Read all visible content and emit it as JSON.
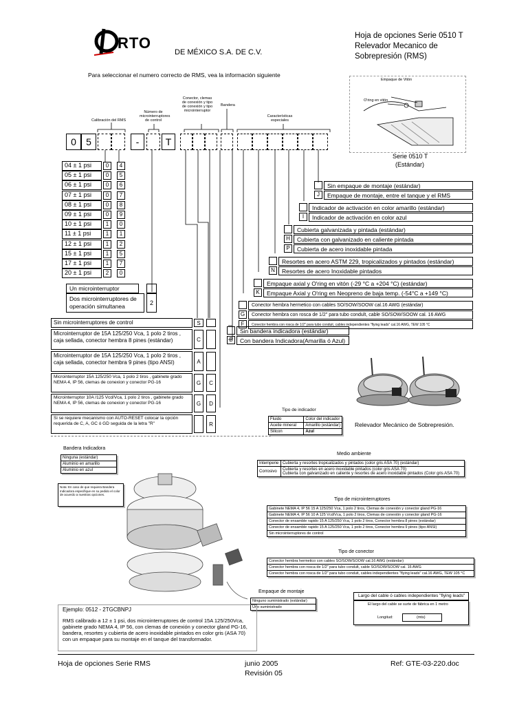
{
  "header": {
    "logo_text": "RTO",
    "company": "DE MÉXICO S.A. DE C.V.",
    "title_line1": "Hoja de opciones Serie 0510 T",
    "title_line2": "Relevador Mecanico de",
    "title_line3": "Sobrepresión (RMS)"
  },
  "intro": "Para seleccionar el numero correcto de RMS, vea la información siguiente",
  "code_labels": {
    "calibracion": "Calibración del RMS",
    "num_micro": "Número de microinterruptores de control",
    "conector": "Conector, clemas de conexión y tipo de conexión y tipo microinterruptor",
    "bandera": "Bandera",
    "caracteristicas": "Características especiales"
  },
  "code_boxes": [
    "0",
    "5",
    "",
    "",
    "-",
    "T",
    "",
    "",
    "",
    "",
    "",
    "",
    "",
    ""
  ],
  "calibration_rows": [
    {
      "label": "04  ± 1 psi",
      "d1": "0",
      "d2": "4"
    },
    {
      "label": "05  ± 1 psi",
      "d1": "0",
      "d2": "5"
    },
    {
      "label": "06  ± 1 psi",
      "d1": "0",
      "d2": "6"
    },
    {
      "label": "07  ± 1 psi",
      "d1": "0",
      "d2": "7"
    },
    {
      "label": "08  ± 1 psi",
      "d1": "0",
      "d2": "8"
    },
    {
      "label": "09  ± 1 psi",
      "d1": "0",
      "d2": "9"
    },
    {
      "label": "10  ± 1 psi",
      "d1": "1",
      "d2": "0"
    },
    {
      "label": "11  ± 1 psi",
      "d1": "1",
      "d2": "1"
    },
    {
      "label": "12  ± 1 psi",
      "d1": "1",
      "d2": "2"
    },
    {
      "label": "15  ± 1 psi",
      "d1": "1",
      "d2": "5"
    },
    {
      "label": "17  ± 1 psi",
      "d1": "1",
      "d2": "7"
    },
    {
      "label": "20  ± 1 psi",
      "d1": "2",
      "d2": "0"
    }
  ],
  "micro_count": {
    "one": "Un microinterruptor",
    "one_code": "",
    "two": "Dos microinterruptores de operación simultanea",
    "two_code": "2"
  },
  "connector_rows": [
    {
      "text": "Sin microinterruptores de control",
      "c1": "S",
      "c2": ""
    },
    {
      "text": "Microinterruptor  de  15A 125/250 Vca, 1 polo 2 tiros , caja sellada, conector hembra 8 pines (estándar)",
      "c1": "C",
      "c2": ""
    },
    {
      "text": "Microinterruptor  de  15A 125/250 Vca, 1 polo 2 tiros , caja sellada, conector hembra 9 pines (tipo ANSI)",
      "c1": "A",
      "c2": ""
    },
    {
      "text": "Microinterruptor 15A 125/250 Vca, 1 polo 2 tiros , gabinete grado NEMA 4, IP 56, clemas de conexion y conector PG-16",
      "c1": "G",
      "c2": "C"
    },
    {
      "text": "Microinterruptor 10A /125 Vcd/Vca, 1 polo 2 tiros , gabinete grado NEMA 4, IP 56, clemas de conexion y conector PG-16",
      "c1": "G",
      "c2": "D"
    },
    {
      "text": "Si se requiere mecanismo con AUTO-RESET  colocar la opción requerida de C, A, GC ó GD seguida de la letra \"R\"",
      "c1": "",
      "c2": "R"
    }
  ],
  "bandera_options": [
    {
      "code": "",
      "text": "Sin bandera indicadora  (estándar)"
    },
    {
      "code": "B",
      "text": "Con bandera Indicadora(Amarilla ó Azul)"
    }
  ],
  "special_options": [
    {
      "code": "",
      "text": "Sin empaque de montaje (estándar)"
    },
    {
      "code": "J",
      "text": "Empaque de montaje, entre el tanque y el RMS"
    },
    {
      "code": "",
      "text": "Indicador de activación en color amarillo (estándar)"
    },
    {
      "code": "I",
      "text": "Indicador de activación en color azul"
    },
    {
      "code": "",
      "text": "Cubierta galvanizada y pintada  (estándar)"
    },
    {
      "code": "H",
      "text": "Cubierta con galvanizado en caliente pintada"
    },
    {
      "code": "P",
      "text": "Cubierta de acero inoxidable pintada"
    },
    {
      "code": "",
      "text": "Resortes en acero ASTM 229, tropicalizados y pintados (estándar)"
    },
    {
      "code": "N",
      "text": "Resortes de acero Inoxidable pintados"
    },
    {
      "code": "",
      "text": "Empaque axial y O'ring en vitón (-29 °C a +204 °C)  (estándar)"
    },
    {
      "code": "K",
      "text": "Empaque Axial y O'ring en Neopreno de baja temp. (-54°C a +149 °C)"
    },
    {
      "code": "",
      "text": "Conector hembra hermetico con cables SO/SOW/SOOW cal.16 AWG  (estándar)"
    },
    {
      "code": "G",
      "text": "Conector hembra con rosca de 1/2\" para tubo condult,  cable SO/SOW/SOOW cal. 16 AWG"
    },
    {
      "code": "F",
      "text": "Conector hembra con rosca de 1/2\" para tubo conduit, cables independientes \"flying leads\" cal.16 AWG, TEW 105 °C"
    }
  ],
  "section_diagram": {
    "label_empaque": "Empaque de Vitón",
    "label_oring": "O'ring en vitón",
    "caption1": "Serie 0510 T",
    "caption2": "(Estándar)"
  },
  "photo_caption": "Relevador Mecánico de Sobrepresión.",
  "tipo_indicador": {
    "title": "Tipo de indicador",
    "headers": [
      "Fluido",
      "Color del indicador"
    ],
    "rows": [
      [
        "Aceite mineral",
        "Amarillo (estándar)"
      ],
      [
        "Silicon",
        "Azul"
      ]
    ]
  },
  "bandera_panel": {
    "title": "Bandera Indicadora",
    "rows": [
      "Ninguna  (estándar)",
      "Aluminio en amarillo",
      "Aluminio en azul"
    ],
    "note": "Nota: En caso de que requiera Bandera Indicadora especifique en su pedido el color de acuerdo a nuestras opciones."
  },
  "medio_ambiente": {
    "title": "Medio ambiente",
    "rows": [
      [
        "Intemperie",
        "Cubierta y resortes tropicalizados y pintados (color gris ASA 70) (estándar)"
      ],
      [
        "Corrosivo",
        "Cubierta y resortes en acero inoxidable pintados (color gris  ASA 70)\nCubierta con galvanizado en caliente y resortes de acero inoxidable pintados (Color gris ASA 70)"
      ]
    ]
  },
  "tipo_micro": {
    "title": "Tipo de microinterruptores",
    "rows": [
      "Gabinete NEMA 4, IP 56   15 A 125/250 Vca, 1 polo 2 tiros,    Clemas de conexión y conector gland PG-16",
      "Gabinete NEMA 4, IP 56    10 A 125 Vcd/Vca, 1 polo 2 tiros,   Clemas de conexión y conector gland PG-16",
      "Conector de ensamble rapido    15 A 125/250 Vca, 1 polo 2 tiros,    Conector hembra 8 pines  (estándar)",
      "Conector de ensamble rapido    15 A 125/250 Vca, 1 polo 2 tiros,    Conector hembra 9 pines  (tipo ANSI)",
      "Sin microinterruptores de control"
    ]
  },
  "tipo_conector": {
    "title": "Tipo de conector",
    "rows": [
      "Conector hembra hermetico con cables SO/SOW/SOOW cal.16 AWG  (estándar)",
      "Conector hembra con rosca de 1/2\" para tubo condult,  cable SO/SOW/SOOW cal. 16 AWG",
      "Conector hembra con rosca de 1/2\" para tubo conduit, cables independientes \"flying leads\" cal.16 AWG, TEW 105 °C"
    ]
  },
  "empaque_montaje": {
    "title": "Empaque de montaje",
    "rows": [
      "Ninguno suministrado (estándar)",
      "Uno suministrado"
    ]
  },
  "largo_cable": {
    "title": "Largo del cable ó cables independientes \"flying leads\"",
    "line1": "El largo del cable se surte de fábrica en 1 metro",
    "longitud": "Longitud:",
    "unit": "(mts)"
  },
  "ejemplo": {
    "title": "Ejemplo: 0512 - 2TGCBNPJ",
    "body": "RMS calibrado a 12 ± 1 psi, dos microinterruptores de control 15A 125/250Vca, gabinete grado NEMA 4, IP 56, con clemas de conexión y conector gland PG-16, bandera, resortes y cubierta de acero inoxidable pintados en color gris (ASA 70) con un empaque para su montaje en el tanque del transformador."
  },
  "footer": {
    "left": "Hoja de opciones Serie RMS",
    "center1": "junio 2005",
    "center2": "Revisión 05",
    "right": "Ref: GTE-03-220.doc"
  }
}
